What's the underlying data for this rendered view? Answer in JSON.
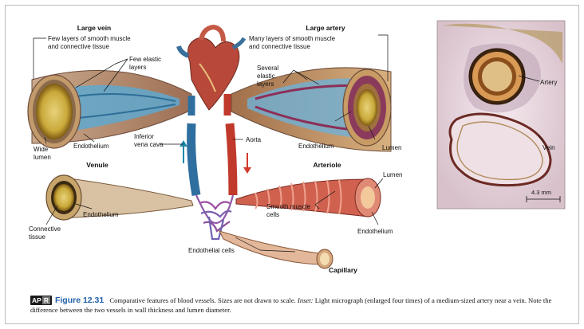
{
  "labels": {
    "large_vein": "Large vein",
    "vein_few_layers_l1": "Few layers of smooth muscle",
    "vein_few_layers_l2": "and connective tissue",
    "few_elastic_l1": "Few elastic",
    "few_elastic_l2": "layers",
    "wide_lumen_l1": "Wide",
    "wide_lumen_l2": "lumen",
    "endothelium_vein": "Endothelium",
    "large_artery": "Large artery",
    "artery_many_layers_l1": "Many layers of smooth muscle",
    "artery_many_layers_l2": "and connective tissue",
    "several_elastic_l1": "Several",
    "several_elastic_l2": "elastic",
    "several_elastic_l3": "layers",
    "endothelium_artery": "Endothelium",
    "lumen_artery": "Lumen",
    "inferior_vc_l1": "Inferior",
    "inferior_vc_l2": "vena cava",
    "aorta": "Aorta",
    "venule": "Venule",
    "endothelium_venule": "Endothelium",
    "connective_l1": "Connective",
    "connective_l2": "tissue",
    "arteriole": "Arteriole",
    "lumen_arteriole": "Lumen",
    "smooth_muscle_l1": "Smooth muscle",
    "smooth_muscle_l2": "cells",
    "endothelium_arteriole": "Endothelium",
    "endothelial_cells": "Endothelial cells",
    "capillary": "Capillary"
  },
  "inset": {
    "artery": "Artery",
    "vein": "Vein",
    "scale": "4.3 mm"
  },
  "caption": {
    "apr_a": "AP",
    "apr_b": "R",
    "figure": "Figure 12.31",
    "text1": "Comparative features of blood vessels. Sizes are not drawn to scale.",
    "inset_label": "Inset:",
    "text2": "Light micrograph (enlarged four times) of a medium-sized artery near a vein. Note the difference between the two vessels in wall thickness and lumen diameter."
  },
  "colors": {
    "vein_blue": "#2f6f9f",
    "artery_red": "#c0392b",
    "flow_up": "#1f8aa8",
    "flow_down": "#d23a2a",
    "caption_blue": "#1f5fa8"
  }
}
